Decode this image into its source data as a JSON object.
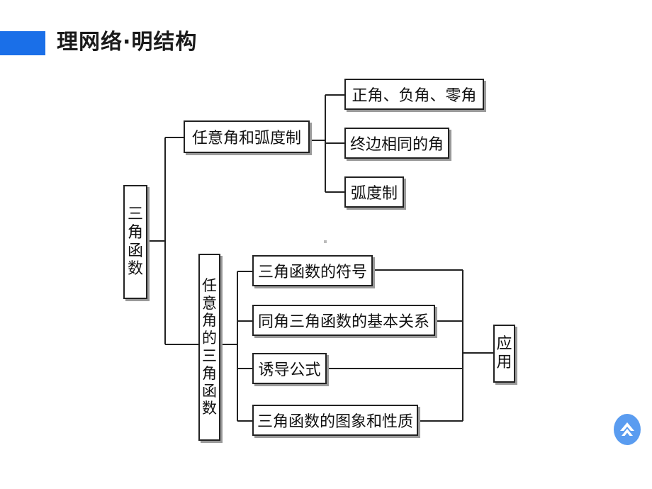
{
  "header": {
    "title": "理网络·明结构"
  },
  "diagram": {
    "root": "三角函数",
    "branch1": {
      "label": "任意角和弧度制",
      "children": [
        "正角、负角、零角",
        "终边相同的角",
        "弧度制"
      ]
    },
    "branch2": {
      "label": "任意角的三角函数",
      "children": [
        "三角函数的符号",
        "同角三角函数的基本关系",
        "诱导公式",
        "三角函数的图象和性质"
      ]
    },
    "application": "应用"
  },
  "colors": {
    "accent": "#1a6fe8",
    "nav_button": "#5a9cf0"
  },
  "nav": {
    "icon": "chevron-up-icon"
  }
}
